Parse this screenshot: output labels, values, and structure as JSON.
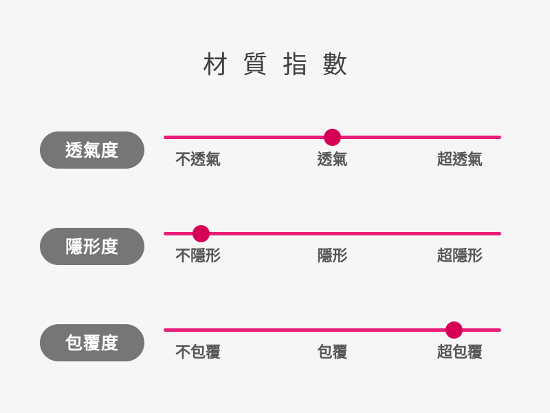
{
  "header": {
    "title": "材 質 指 數",
    "title_plain": "材質指數"
  },
  "theme": {
    "background": "#f6f6f6",
    "pill_bg": "#767676",
    "pill_text": "#ffffff",
    "track": "#e81e78",
    "thumb": "#d60055",
    "tick_text": "#565656",
    "title_text": "#3f3f3f"
  },
  "metrics": [
    {
      "label": "透氣度",
      "value_index": 1,
      "value_percent": 50,
      "ticks": [
        "不透氣",
        "透氣",
        "超透氣"
      ]
    },
    {
      "label": "隱形度",
      "value_index": 0,
      "value_percent": 11,
      "ticks": [
        "不隱形",
        "隱形",
        "超隱形"
      ]
    },
    {
      "label": "包覆度",
      "value_index": 2,
      "value_percent": 86,
      "ticks": [
        "不包覆",
        "包覆",
        "超包覆"
      ]
    }
  ]
}
